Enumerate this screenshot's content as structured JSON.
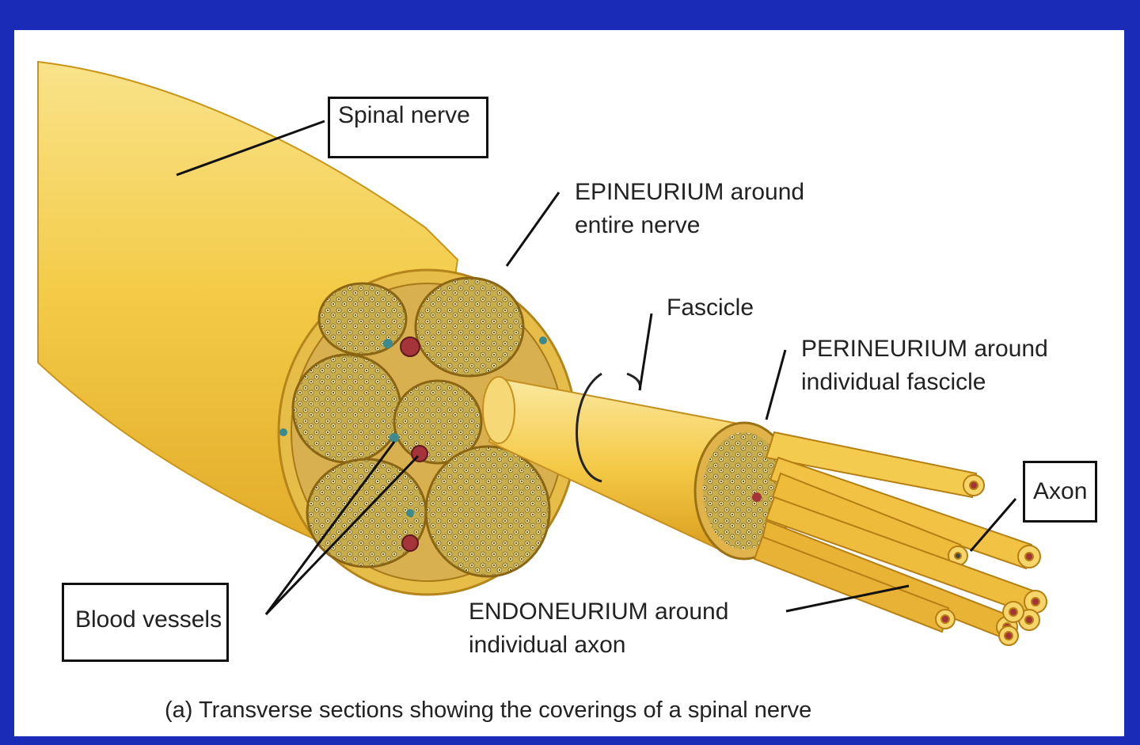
{
  "labels": {
    "spinal_nerve": "Spinal nerve",
    "epineurium": "EPINEURIUM around",
    "epineurium_2": "entire nerve",
    "fascicle": "Fascicle",
    "perineurium": "PERINEURIUM around",
    "perineurium_2": "individual fascicle",
    "axon": "Axon",
    "blood_vessels": "Blood vessels",
    "endoneurium": "ENDONEURIUM around",
    "endoneurium_2": "individual axon"
  },
  "caption": "(a) Transverse sections showing the coverings of a spinal nerve",
  "colors": {
    "frame": "#1a2bb8",
    "nerve": "#f2c94c",
    "nerve_dark": "#d9a21f",
    "fascicle_fill": "#c9a53a",
    "vessel_red": "#a5343a",
    "vessel_teal": "#3a8a8f"
  }
}
